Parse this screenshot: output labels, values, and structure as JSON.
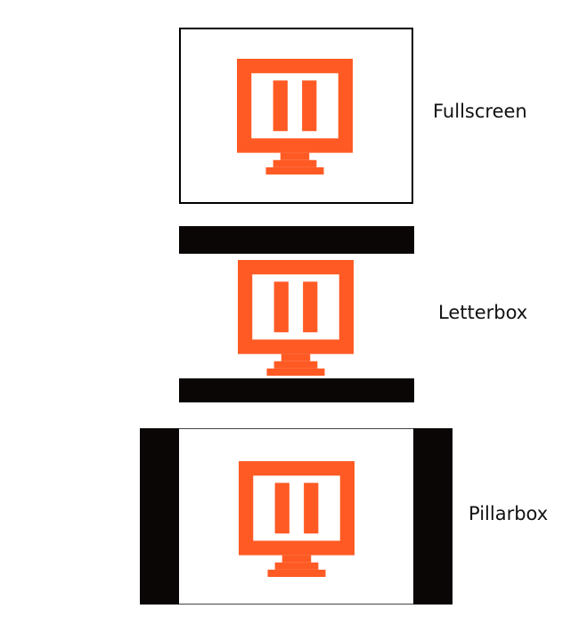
{
  "colors": {
    "icon_accent": "#ff5a24",
    "bar_black": "#0a0605",
    "frame_border": "#000000",
    "background": "#ffffff"
  },
  "icon": "monitor-pause-icon",
  "modes": [
    {
      "label": "Fullscreen"
    },
    {
      "label": "Letterbox"
    },
    {
      "label": "Pillarbox"
    }
  ]
}
